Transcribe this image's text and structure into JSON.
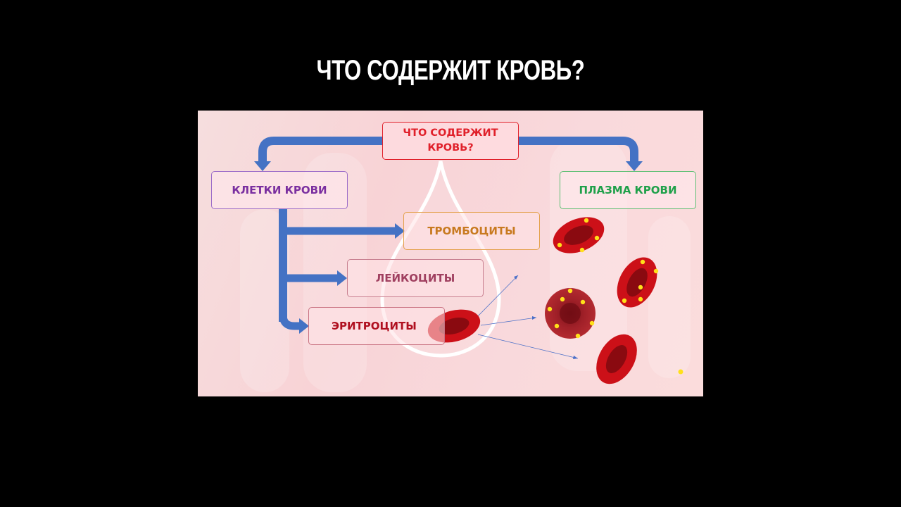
{
  "header": {
    "title": "ЧТО СОДЕРЖИТ КРОВЬ?"
  },
  "diagram": {
    "root": {
      "line1": "ЧТО СОДЕРЖИТ",
      "line2": "КРОВЬ?",
      "color": "#e0202a"
    },
    "cells": {
      "label": "КЛЕТКИ КРОВИ",
      "color": "#7a2fa0"
    },
    "plasma": {
      "label": "ПЛАЗМА КРОВИ",
      "color": "#1fa04a"
    },
    "platelets": {
      "label": "ТРОМБОЦИТЫ",
      "color": "#c87a20"
    },
    "leukocytes": {
      "label": "ЛЕЙКОЦИТЫ",
      "color": "#a04060"
    },
    "erythrocytes": {
      "label": "ЭРИТРОЦИТЫ",
      "color": "#b01020"
    }
  },
  "colors": {
    "arrow": "#4472c4",
    "blood_cell": "#cc1018",
    "blood_cell_center": "#8a0a10",
    "platelet_dot": "#ffe01a"
  }
}
